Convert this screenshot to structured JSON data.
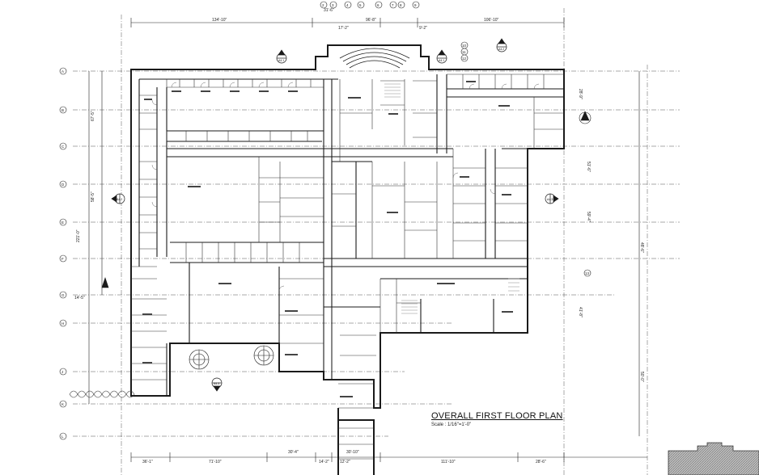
{
  "drawing": {
    "title": "OVERALL FIRST FLOOR PLAN",
    "scale": "Scale : 1/16\"=1'-0\"",
    "top_dimensions": [
      "134'-10\"",
      "96'-8\"",
      "31'-6\"",
      "106'-10\"",
      "17'-2\"",
      "9'-2\""
    ],
    "bottom_dimensions": [
      "36'-1\"",
      "71'-10\"",
      "30'-4\"",
      "14'-2\"",
      "12'-2\"",
      "30'-10\"",
      "111'-10\"",
      "28'-6\""
    ],
    "right_dimensions": [
      "28'-9\"",
      "51'-6\"",
      "59'-4\"",
      "48'-6\"",
      "41'-8\"",
      "50'-0\""
    ],
    "left_dimensions": [
      "67'-5\"",
      "58'-5\"",
      "221'-0\"",
      "14'-5\""
    ],
    "grid_rows": [
      "A",
      "B",
      "C",
      "D",
      "E",
      "F",
      "G",
      "H",
      "J",
      "K",
      "L"
    ],
    "grid_columns": [
      "2",
      "3",
      "4",
      "5",
      "6",
      "7",
      "8",
      "9",
      "10",
      "11",
      "12",
      "13"
    ],
    "section_markers": [
      "A4.1",
      "A4.1",
      "A4.2",
      "A4.2",
      "A4.3",
      "A4.3"
    ]
  },
  "colors": {
    "line": "#1a1a1a",
    "paper": "#ffffff",
    "hatch": "#8a8a8a"
  },
  "icons": {
    "section_marker": "section-marker-icon",
    "north_arrow": "north-arrow-icon",
    "tree": "tree-symbol-icon"
  }
}
